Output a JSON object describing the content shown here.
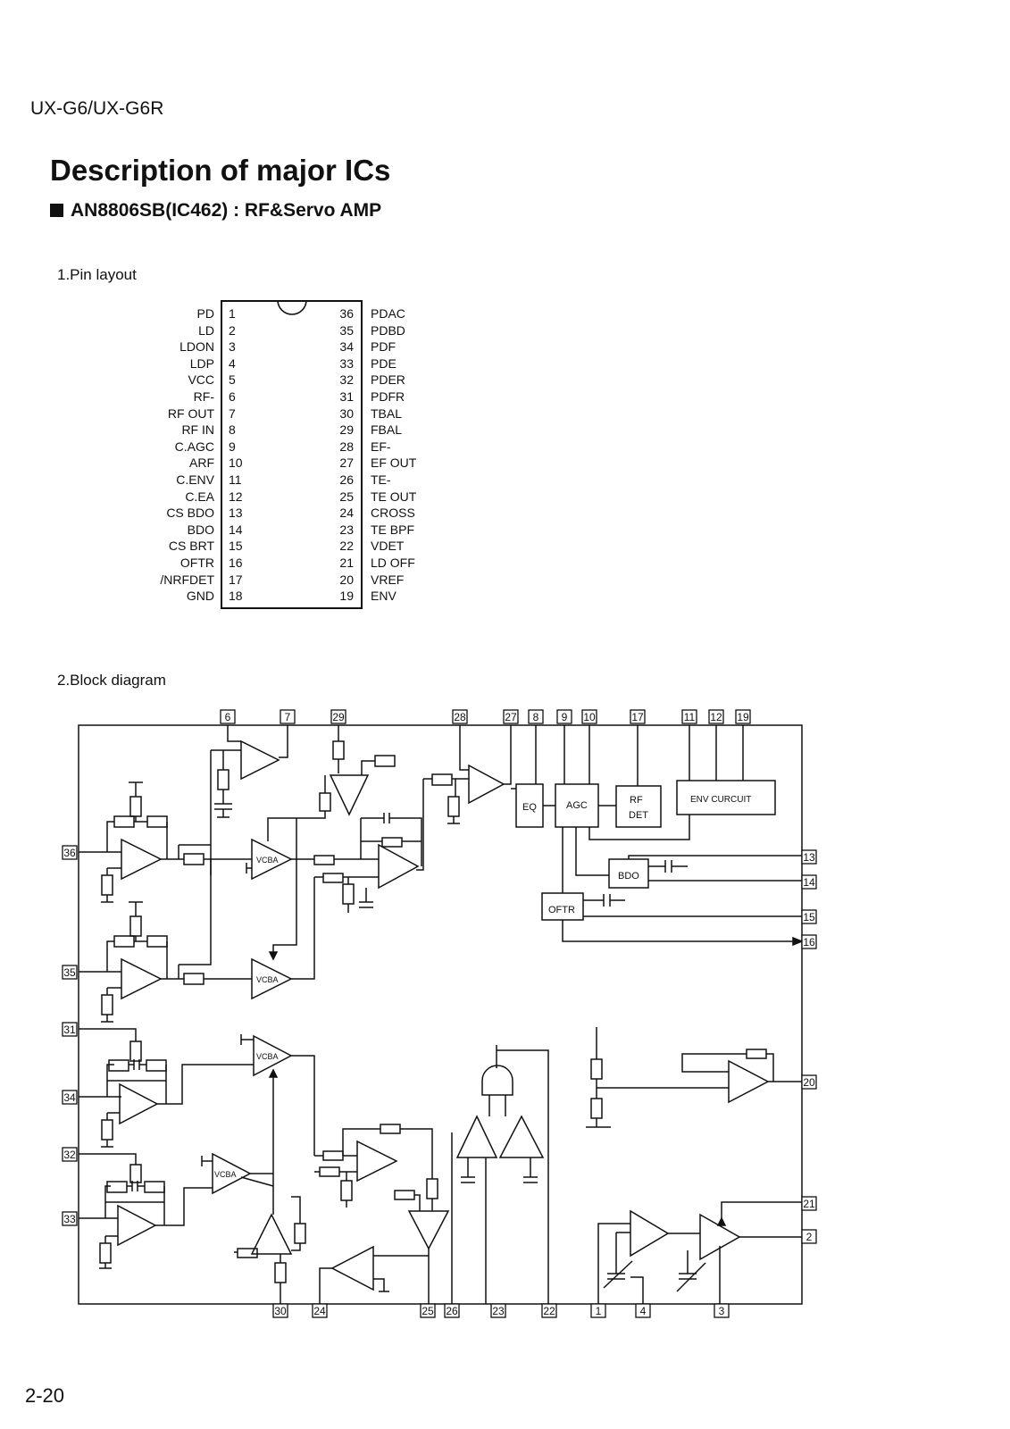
{
  "header": {
    "model": "UX-G6/UX-G6R"
  },
  "title": "Description of major ICs",
  "subtitle": "AN8806SB(IC462) : RF&Servo AMP",
  "section1": {
    "heading": "1.Pin layout"
  },
  "section2": {
    "heading": "2.Block diagram"
  },
  "pins_left": [
    {
      "num": "1",
      "name": "PD"
    },
    {
      "num": "2",
      "name": "LD"
    },
    {
      "num": "3",
      "name": "LDON"
    },
    {
      "num": "4",
      "name": "LDP"
    },
    {
      "num": "5",
      "name": "VCC"
    },
    {
      "num": "6",
      "name": "RF-"
    },
    {
      "num": "7",
      "name": "RF OUT"
    },
    {
      "num": "8",
      "name": "RF IN"
    },
    {
      "num": "9",
      "name": "C.AGC"
    },
    {
      "num": "10",
      "name": "ARF"
    },
    {
      "num": "11",
      "name": "C.ENV"
    },
    {
      "num": "12",
      "name": "C.EA"
    },
    {
      "num": "13",
      "name": "CS BDO"
    },
    {
      "num": "14",
      "name": "BDO"
    },
    {
      "num": "15",
      "name": "CS BRT"
    },
    {
      "num": "16",
      "name": "OFTR"
    },
    {
      "num": "17",
      "name": "/NRFDET"
    },
    {
      "num": "18",
      "name": "GND"
    }
  ],
  "pins_right": [
    {
      "num": "36",
      "name": "PDAC"
    },
    {
      "num": "35",
      "name": "PDBD"
    },
    {
      "num": "34",
      "name": "PDF"
    },
    {
      "num": "33",
      "name": "PDE"
    },
    {
      "num": "32",
      "name": "PDER"
    },
    {
      "num": "31",
      "name": "PDFR"
    },
    {
      "num": "30",
      "name": "TBAL"
    },
    {
      "num": "29",
      "name": "FBAL"
    },
    {
      "num": "28",
      "name": "EF-"
    },
    {
      "num": "27",
      "name": "EF OUT"
    },
    {
      "num": "26",
      "name": "TE-"
    },
    {
      "num": "25",
      "name": "TE OUT"
    },
    {
      "num": "24",
      "name": "CROSS"
    },
    {
      "num": "23",
      "name": "TE BPF"
    },
    {
      "num": "22",
      "name": "VDET"
    },
    {
      "num": "21",
      "name": "LD OFF"
    },
    {
      "num": "20",
      "name": "VREF"
    },
    {
      "num": "19",
      "name": "ENV"
    }
  ],
  "diagram": {
    "blocks": {
      "eq": "EQ",
      "agc": "AGC",
      "rf_det_line1": "RF",
      "rf_det_line2": "DET",
      "env": "ENV CURCUIT",
      "bdo": "BDO",
      "oftr": "OFTR",
      "vcba": "VCBA"
    },
    "top_pins": [
      "6",
      "7",
      "29",
      "28",
      "27",
      "8",
      "9",
      "10",
      "17",
      "11",
      "12",
      "19"
    ],
    "right_pins": [
      "13",
      "14",
      "15",
      "16",
      "20",
      "21",
      "2"
    ],
    "left_pins": [
      "36",
      "35",
      "31",
      "34",
      "32",
      "33"
    ],
    "bottom_pins": [
      "30",
      "24",
      "25",
      "26",
      "23",
      "22",
      "1",
      "4",
      "3"
    ]
  },
  "footer": {
    "page": "2-20"
  }
}
